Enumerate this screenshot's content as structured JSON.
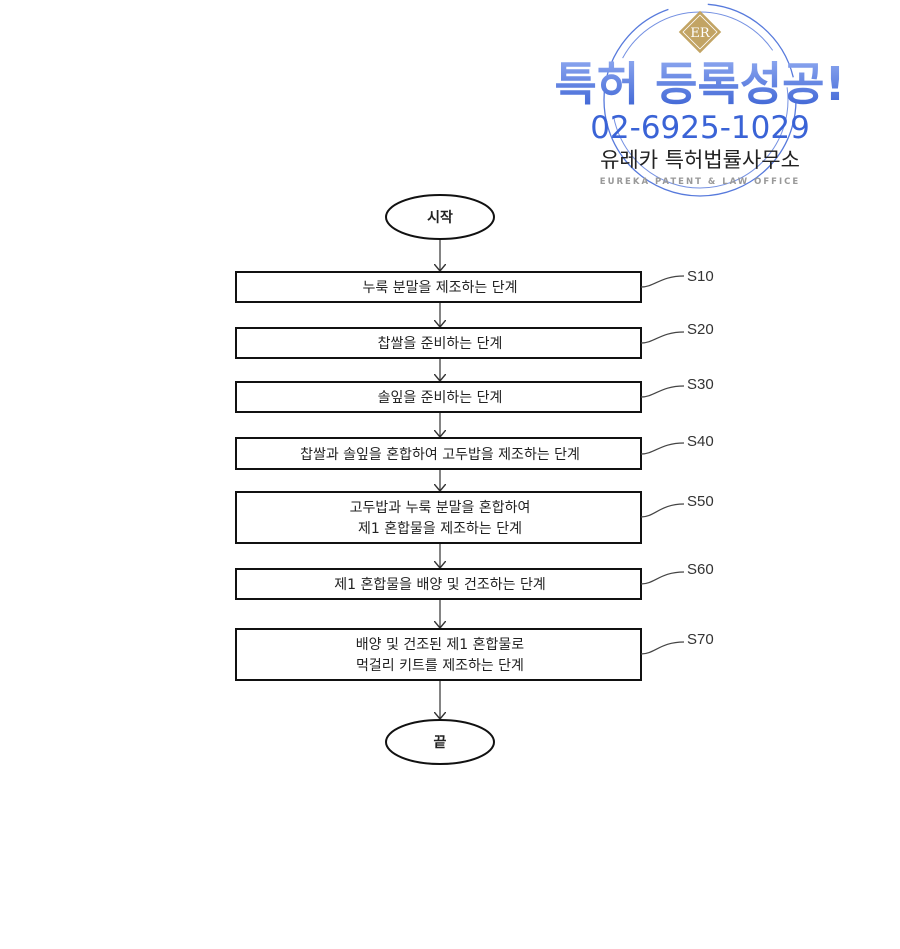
{
  "flowchart": {
    "start": "시작",
    "end": "끝",
    "steps": [
      {
        "id": "S10",
        "lines": [
          "누룩 분말을 제조하는 단계"
        ]
      },
      {
        "id": "S20",
        "lines": [
          "찹쌀을 준비하는 단계"
        ]
      },
      {
        "id": "S30",
        "lines": [
          "솔잎을 준비하는 단계"
        ]
      },
      {
        "id": "S40",
        "lines": [
          "찹쌀과 솔잎을 혼합하여 고두밥을 제조하는 단계"
        ]
      },
      {
        "id": "S50",
        "lines": [
          "고두밥과 누룩 분말을 혼합하여",
          "제1 혼합물을 제조하는 단계"
        ]
      },
      {
        "id": "S60",
        "lines": [
          "제1 혼합물을 배양 및 건조하는 단계"
        ]
      },
      {
        "id": "S70",
        "lines": [
          "배양 및 건조된 제1 혼합물로",
          "먹걸리 키트를 제조하는 단계"
        ]
      }
    ]
  },
  "stamp": {
    "logo": "ER",
    "headline": "특허 등록성공!",
    "phone": "02-6925-1029",
    "office_name": "유레카 특허법률사무소",
    "office_english": "EUREKA PATENT & LAW OFFICE",
    "colors": {
      "blue": "#3a63d6",
      "gold": "#c2a464"
    }
  }
}
